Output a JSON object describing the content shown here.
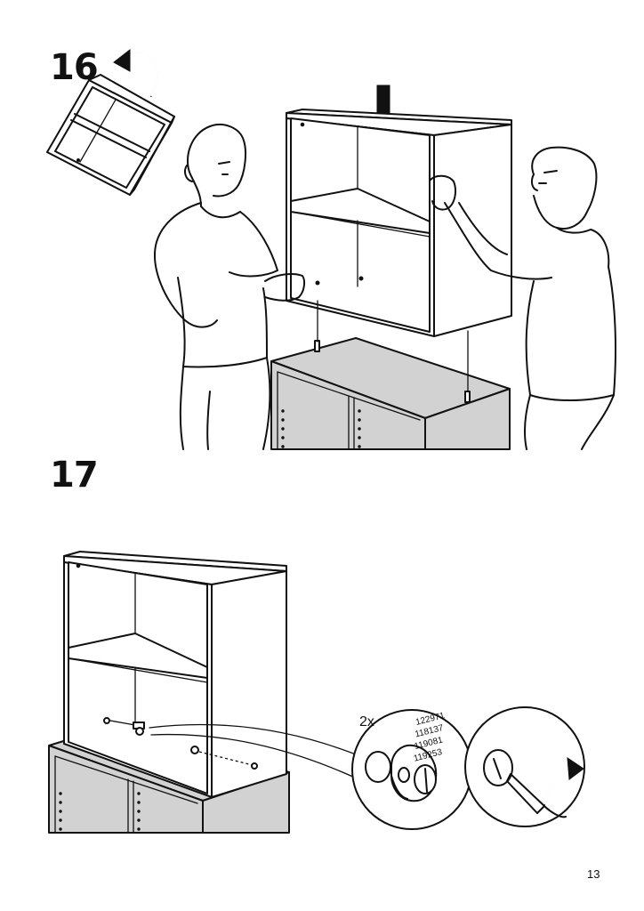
{
  "steps": [
    {
      "number": "16"
    },
    {
      "number": "17"
    }
  ],
  "detail": {
    "quantity": "2x",
    "part_numbers": [
      "122971",
      "118137",
      "119081",
      "119253"
    ]
  },
  "page_number": "13",
  "icons": [
    "rotate-arrow-icon",
    "down-arrow-icon",
    "turn-arrow-icon"
  ]
}
